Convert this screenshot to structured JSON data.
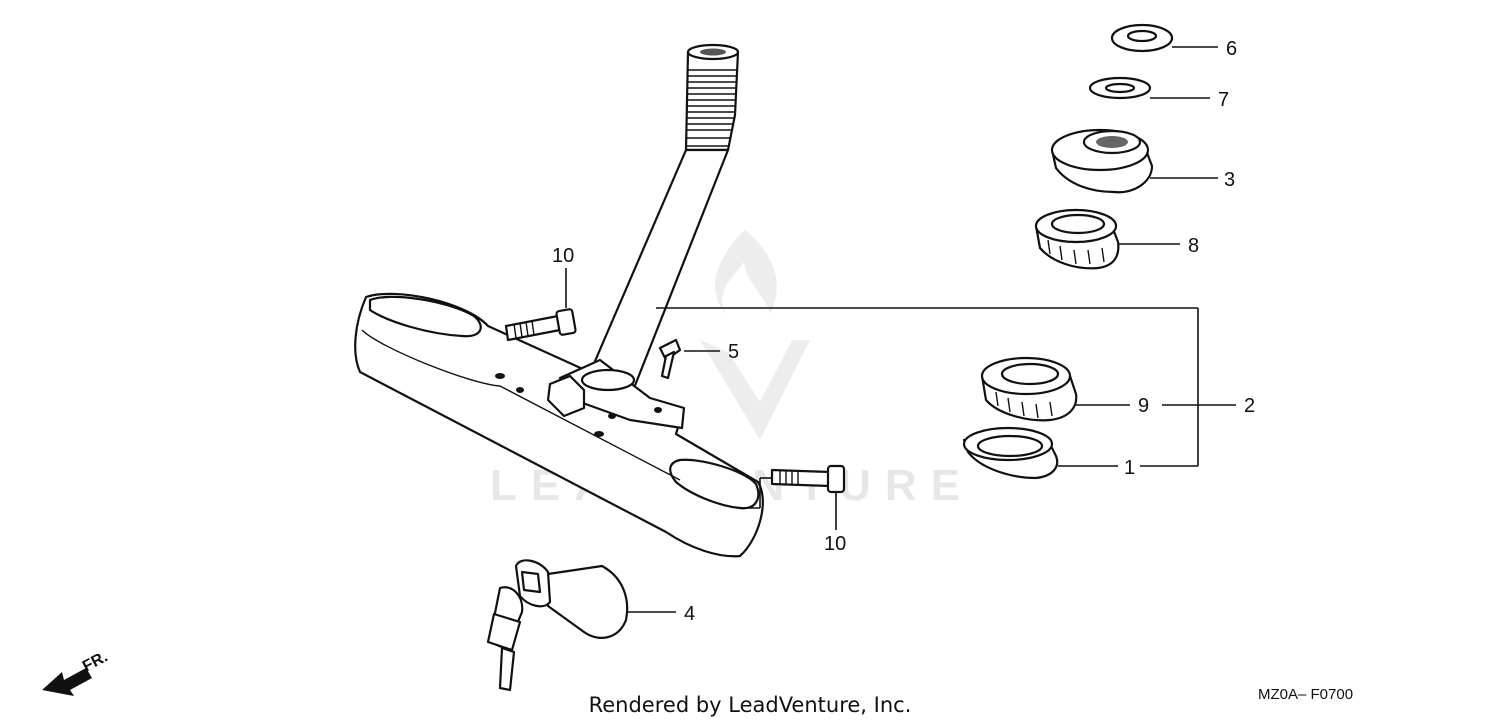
{
  "diagram": {
    "callouts": {
      "c1": "1",
      "c2": "2",
      "c3": "3",
      "c4": "4",
      "c5": "5",
      "c6": "6",
      "c7": "7",
      "c8": "8",
      "c9": "9",
      "c10a": "10",
      "c10b": "10"
    },
    "front_arrow_label": "FR.",
    "diagram_code": "MZ0A– F0700"
  },
  "watermark": {
    "text": "LEADVENTURE"
  },
  "footer": {
    "text": "Rendered by LeadVenture, Inc."
  },
  "icons": [
    "front-direction-arrow-icon",
    "leadventure-flame-logo-icon"
  ]
}
